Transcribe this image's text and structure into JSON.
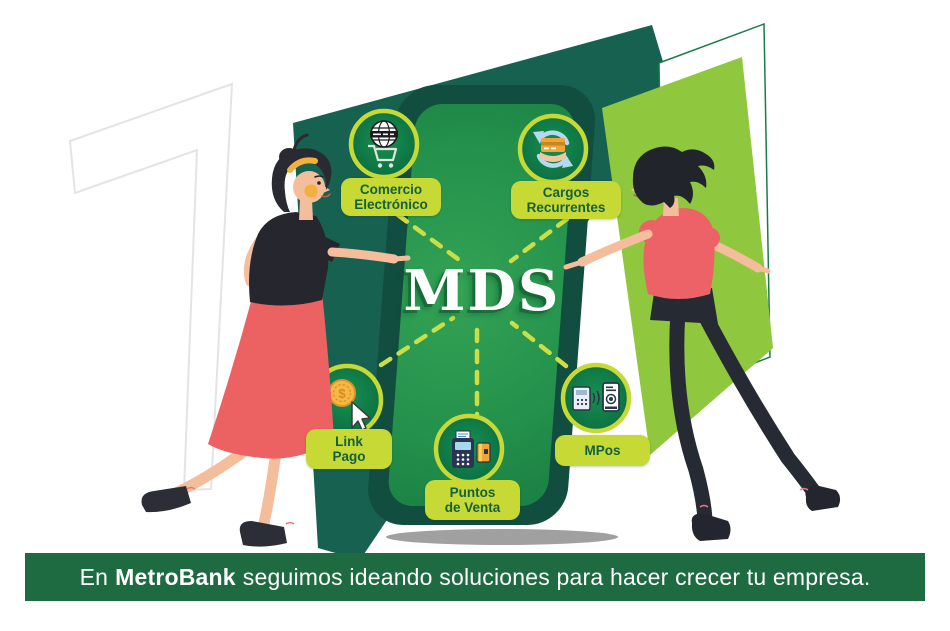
{
  "scene": {
    "title": "MDS",
    "services": [
      {
        "line1": "Comercio",
        "line2": "Electrónico",
        "icon": "globe-shopping-cart-icon"
      },
      {
        "line1": "Cargos",
        "line2": "Recurrentes",
        "icon": "recurring-card-payment-icon"
      },
      {
        "line1": "Link",
        "line2": "Pago",
        "icon": "coin-cursor-icon"
      },
      {
        "line1": "MPos",
        "line2": "",
        "icon": "terminal-smartphone-icon"
      },
      {
        "line1": "Puntos",
        "line2": "de Venta",
        "icon": "pos-terminal-card-icon"
      }
    ],
    "icon_glyphs": {
      "dollar": "$"
    },
    "banner": {
      "prefix": "En",
      "brand": "MetroBank",
      "suffix": "seguimos ideando soluciones para hacer crecer tu empresa."
    },
    "colors": {
      "accent_lime": "#c6d934",
      "dash_lime": "#cdde44",
      "screen_green": "#23904b",
      "frame_teal": "#124e40",
      "backdrop_teal": "#176150",
      "panel_light_green": "#8fc73e",
      "banner_green": "#1e6b42",
      "label_text_green": "#14603e",
      "illustration_red": "#ec6262",
      "skin_tone": "#f4bd9c"
    }
  }
}
